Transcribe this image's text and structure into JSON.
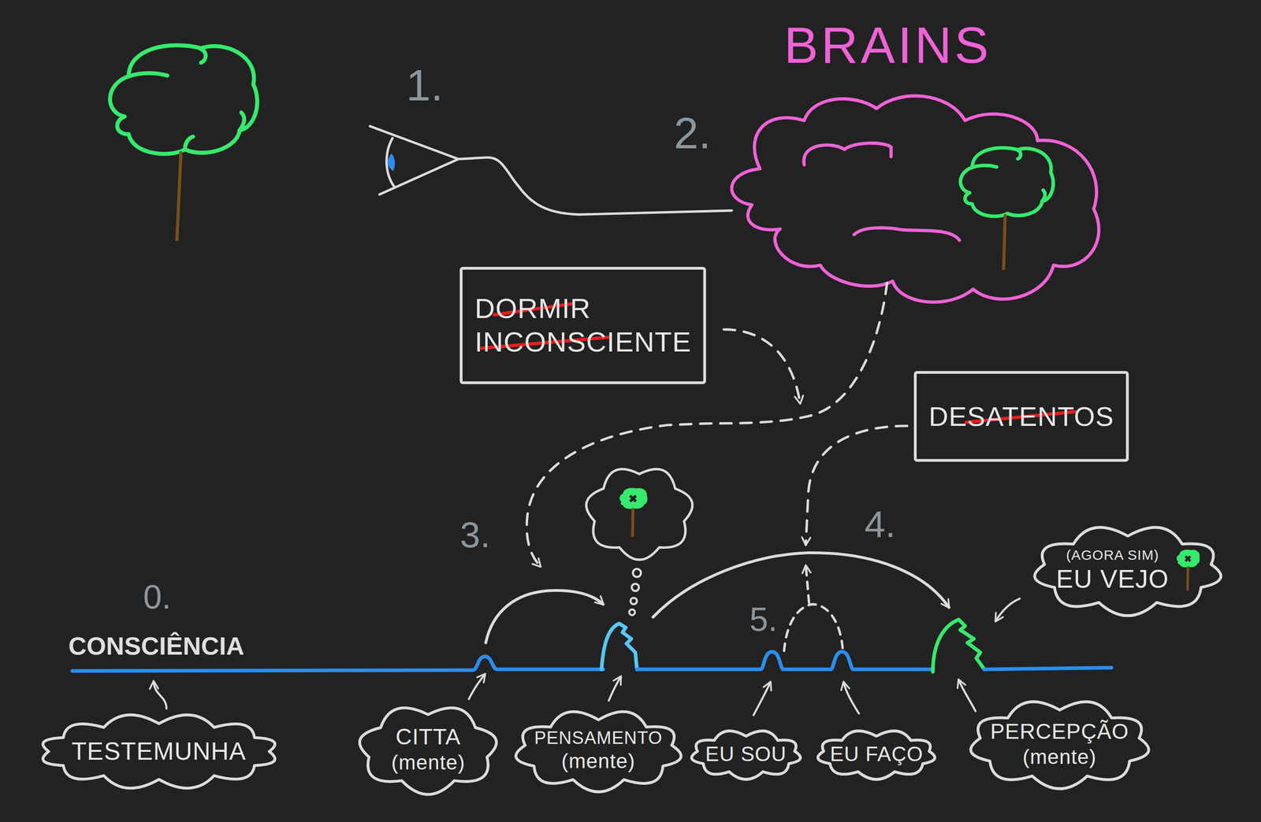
{
  "diagram": {
    "nodes": [
      {
        "text": [
          "DORMIR",
          "INCONSCIENTE"
        ]
      },
      {
        "text": [
          "DESATENTOS"
        ]
      },
      {
        "text": [
          "(AGORA SIM)",
          "EU VEJO"
        ]
      },
      {
        "text": [
          "TESTEMUNHA"
        ]
      },
      {
        "text": [
          "CITTA",
          "(mente)"
        ]
      },
      {
        "text": [
          "PENSAMENTO",
          "(mente)"
        ]
      },
      {
        "text": [
          "EU SOU"
        ]
      },
      {
        "text": [
          "EU FAÇO"
        ]
      },
      {
        "text": [
          "PERCEPÇÃO",
          "(mente)"
        ]
      }
    ],
    "labels": [
      "BRAINS",
      "1.",
      "2.",
      "3.",
      "4.",
      "0.",
      "5.",
      "CONSCIÊNCIA"
    ]
  }
}
